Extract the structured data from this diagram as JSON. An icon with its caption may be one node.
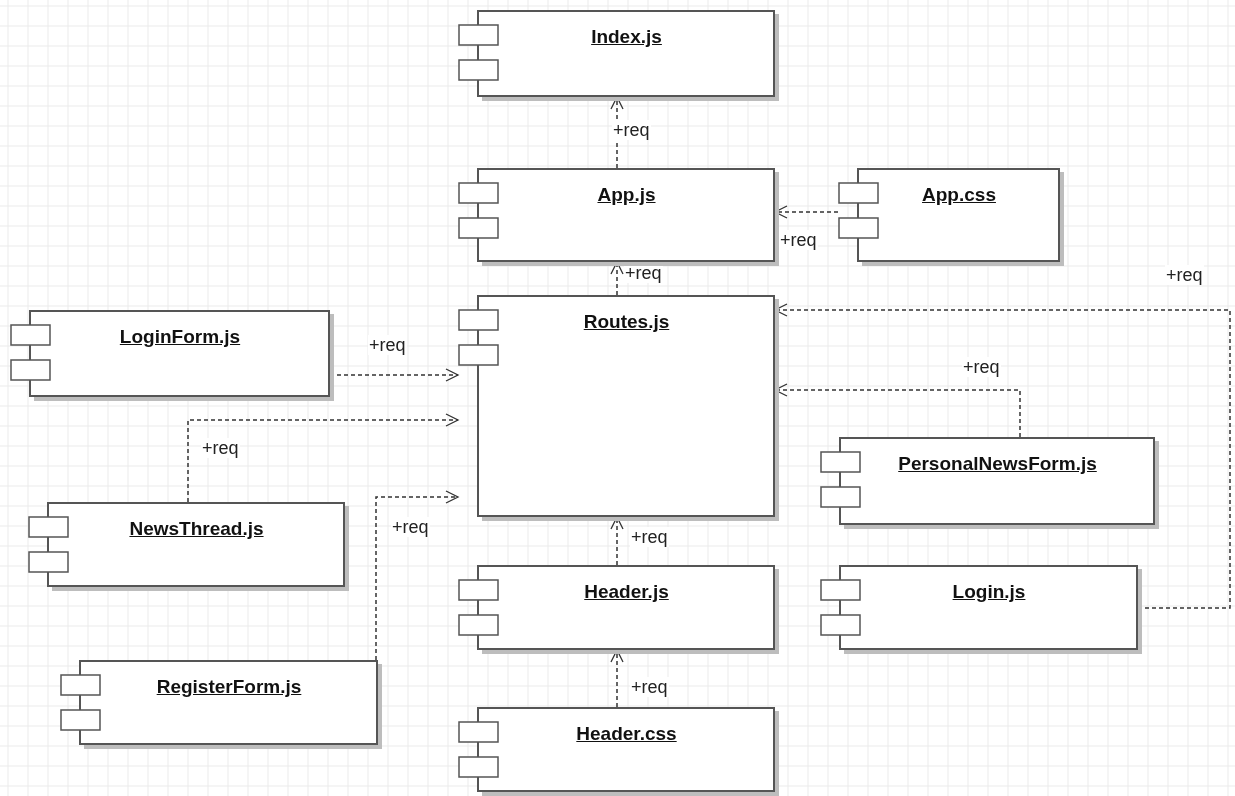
{
  "diagram": {
    "nodes": [
      {
        "text": [
          "Index.js"
        ]
      },
      {
        "text": [
          "App.js"
        ]
      },
      {
        "text": [
          "App.css"
        ]
      },
      {
        "text": [
          "Routes.js"
        ]
      },
      {
        "text": [
          "LoginForm.js"
        ]
      },
      {
        "text": [
          "PersonalNewsForm.js"
        ]
      },
      {
        "text": [
          "NewsThread.js"
        ]
      },
      {
        "text": [
          "Header.js"
        ]
      },
      {
        "text": [
          "Login.js"
        ]
      },
      {
        "text": [
          "RegisterForm.js"
        ]
      },
      {
        "text": [
          "Header.css"
        ]
      }
    ],
    "edges": [
      {
        "from": 1,
        "to": 0,
        "arrow": "to",
        "style": "dashed",
        "label": "+req"
      },
      {
        "from": 2,
        "to": 1,
        "arrow": "to",
        "style": "dashed",
        "label": "+req"
      },
      {
        "from": 3,
        "to": 1,
        "arrow": "to",
        "style": "dashed",
        "label": "+req"
      },
      {
        "from": 4,
        "to": 3,
        "arrow": "to",
        "style": "dashed",
        "label": "+req"
      },
      {
        "from": 6,
        "to": 3,
        "arrow": "to",
        "style": "dashed",
        "label": "+req"
      },
      {
        "from": 9,
        "to": 3,
        "arrow": "to",
        "style": "dashed",
        "label": "+req"
      },
      {
        "from": 5,
        "to": 3,
        "arrow": "to",
        "style": "dashed",
        "label": "+req"
      },
      {
        "from": 8,
        "to": 3,
        "arrow": "to",
        "style": "dashed",
        "label": "+req"
      },
      {
        "from": 7,
        "to": 3,
        "arrow": "to",
        "style": "dashed",
        "label": "+req"
      },
      {
        "from": 10,
        "to": 7,
        "arrow": "to",
        "style": "dashed",
        "label": "+req"
      }
    ]
  }
}
